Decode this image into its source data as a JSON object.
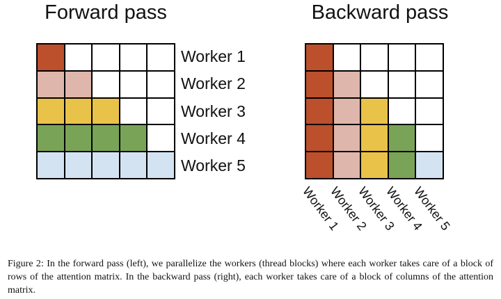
{
  "colors": {
    "red": "#BC4F2C",
    "pink": "#DFB6AB",
    "yellow": "#E9C24A",
    "green": "#79A457",
    "blue": "#D4E3F1",
    "grid_border": "#000000"
  },
  "forward": {
    "title": "Forward pass",
    "worker_labels": [
      "Worker 1",
      "Worker 2",
      "Worker 3",
      "Worker 4",
      "Worker 5"
    ],
    "grid": [
      [
        "red",
        null,
        null,
        null,
        null
      ],
      [
        "pink",
        "pink",
        null,
        null,
        null
      ],
      [
        "yellow",
        "yellow",
        "yellow",
        null,
        null
      ],
      [
        "green",
        "green",
        "green",
        "green",
        null
      ],
      [
        "blue",
        "blue",
        "blue",
        "blue",
        "blue"
      ]
    ]
  },
  "backward": {
    "title": "Backward pass",
    "worker_labels": [
      "Worker 1",
      "Worker 2",
      "Worker 3",
      "Worker 4",
      "Worker 5"
    ],
    "grid": [
      [
        "red",
        null,
        null,
        null,
        null
      ],
      [
        "red",
        "pink",
        null,
        null,
        null
      ],
      [
        "red",
        "pink",
        "yellow",
        null,
        null
      ],
      [
        "red",
        "pink",
        "yellow",
        "green",
        null
      ],
      [
        "red",
        "pink",
        "yellow",
        "green",
        "blue"
      ]
    ]
  },
  "caption": "Figure 2: In the forward pass (left), we parallelize the workers (thread blocks) where each worker takes care of a block of rows of the attention matrix. In the backward pass (right), each worker takes care of a block of columns of the attention matrix."
}
